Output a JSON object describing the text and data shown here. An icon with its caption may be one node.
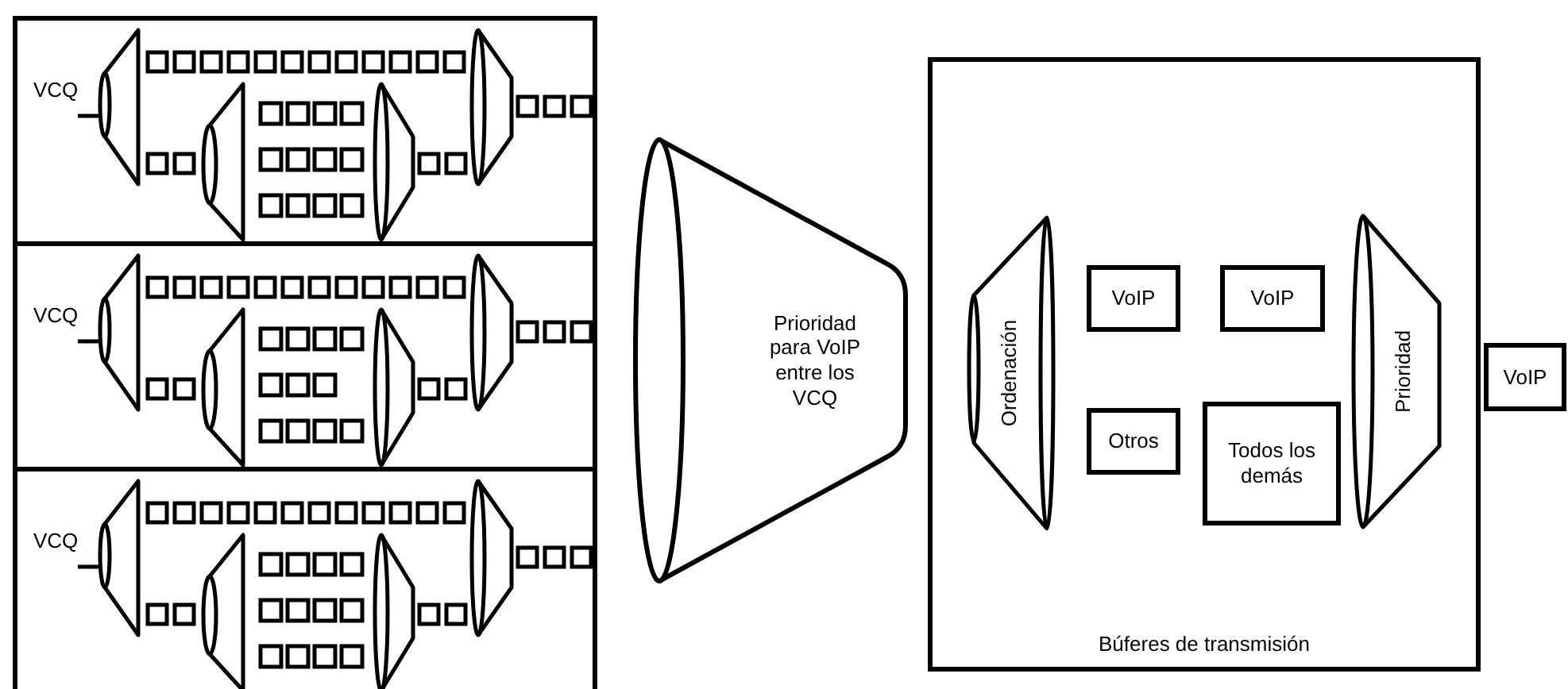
{
  "diagram": {
    "nodes": [
      {
        "text": [
          "VCQ"
        ]
      },
      {
        "text": [
          "VCQ"
        ]
      },
      {
        "text": [
          "VCQ"
        ]
      },
      {
        "text": [
          "Prioridad para VoIP entre los VCQ"
        ]
      },
      {
        "text": [
          "Búferes de transmisión"
        ]
      },
      {
        "text": [
          "Ordenación"
        ],
        "in": 4
      },
      {
        "text": [
          "VoIP"
        ],
        "in": 4
      },
      {
        "text": [
          "VoIP"
        ],
        "in": 4
      },
      {
        "text": [
          "Otros"
        ],
        "in": 4
      },
      {
        "text": [
          "Todos los demás"
        ],
        "in": 4
      },
      {
        "text": [
          "Prioridad"
        ],
        "in": 4
      },
      {
        "text": [
          "VoIP"
        ]
      }
    ]
  }
}
